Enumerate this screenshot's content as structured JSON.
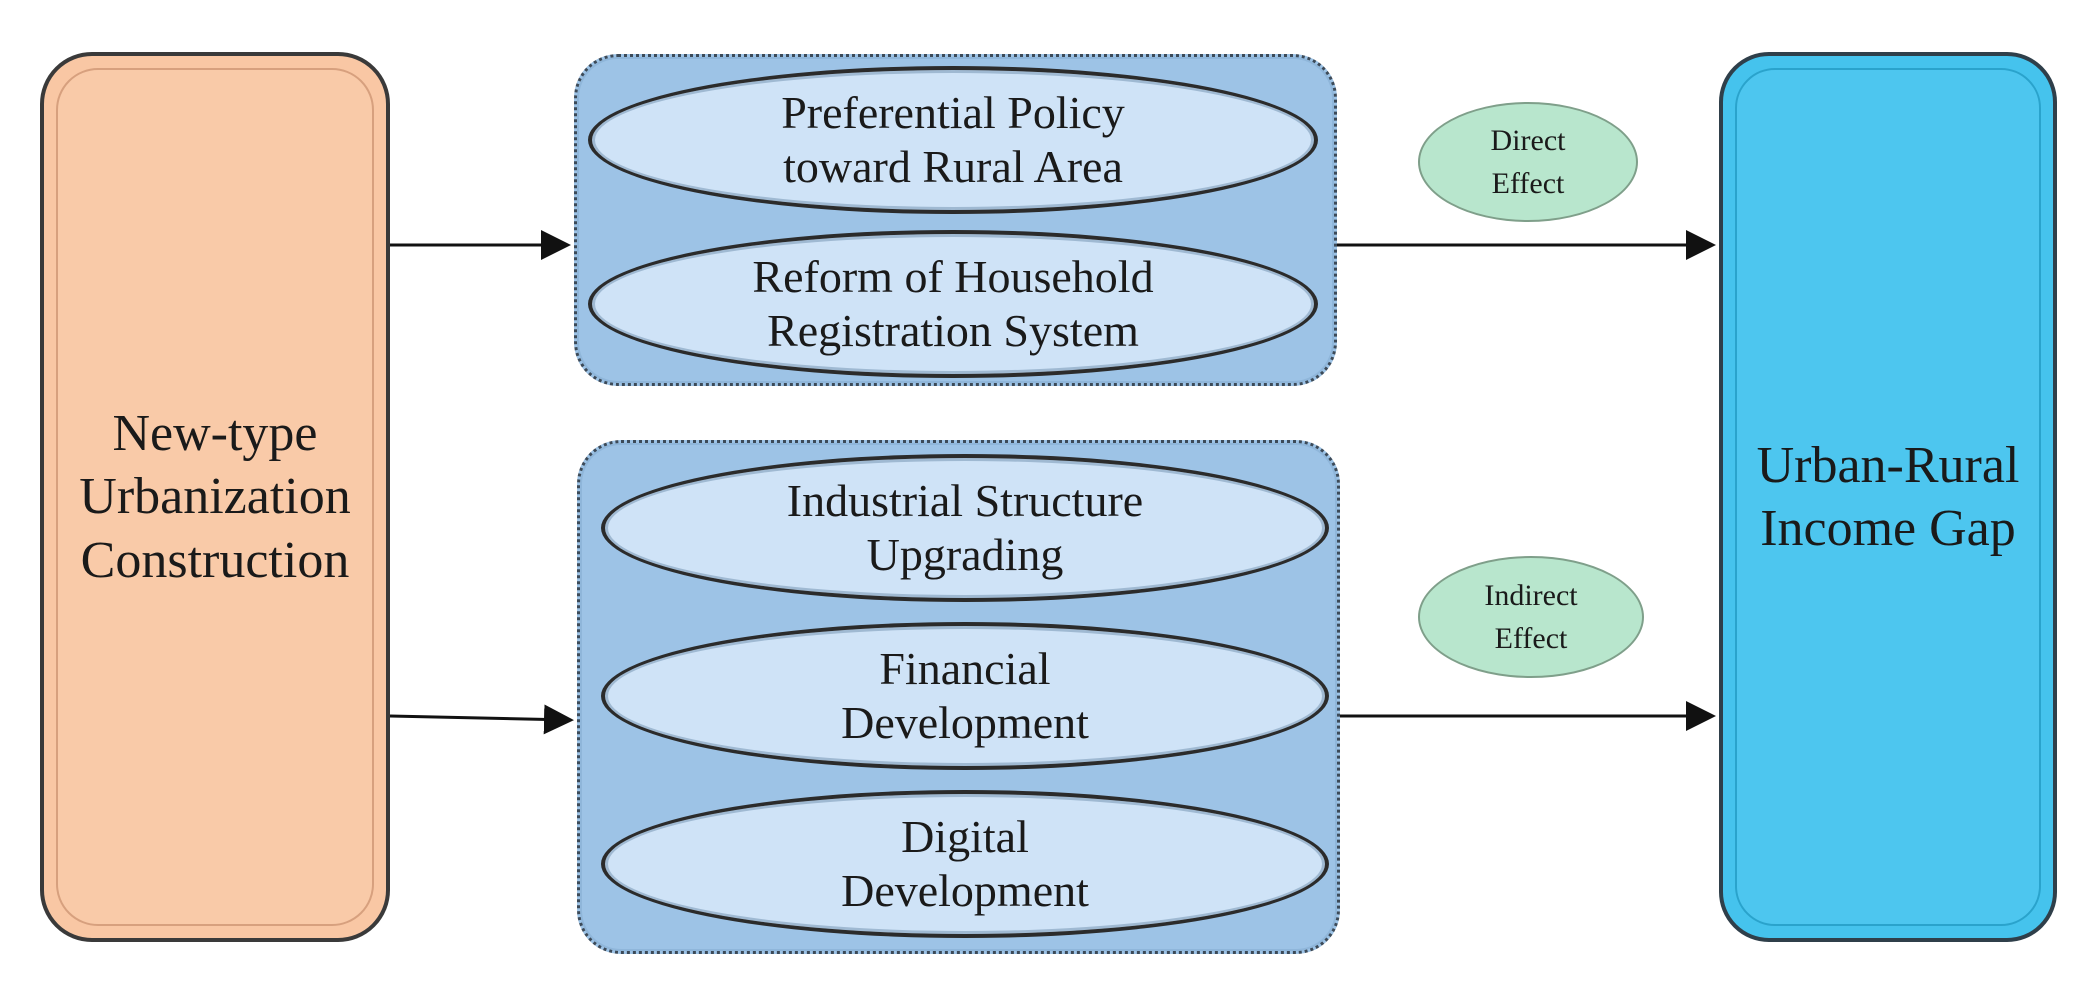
{
  "source": {
    "label": "New-type\nUrbanization\nConstruction",
    "fill": "#f9c7a4"
  },
  "target": {
    "label": "Urban-Rural\nIncome Gap",
    "fill": "#45c3ed"
  },
  "direct_group": {
    "items": [
      {
        "label": "Preferential Policy\ntoward Rural Area"
      },
      {
        "label": "Reform of Household\nRegistration System"
      }
    ]
  },
  "indirect_group": {
    "items": [
      {
        "label": "Industrial Structure\nUpgrading"
      },
      {
        "label": "Financial\nDevelopment"
      },
      {
        "label": "Digital\nDevelopment"
      }
    ]
  },
  "effects": {
    "direct": "Direct\nEffect",
    "indirect": "Indirect\nEffect"
  },
  "colors": {
    "panel": "#9dc3e6",
    "oval": "#cfe3f7",
    "effect": "#b8e6cd",
    "arrow": "#111111"
  }
}
